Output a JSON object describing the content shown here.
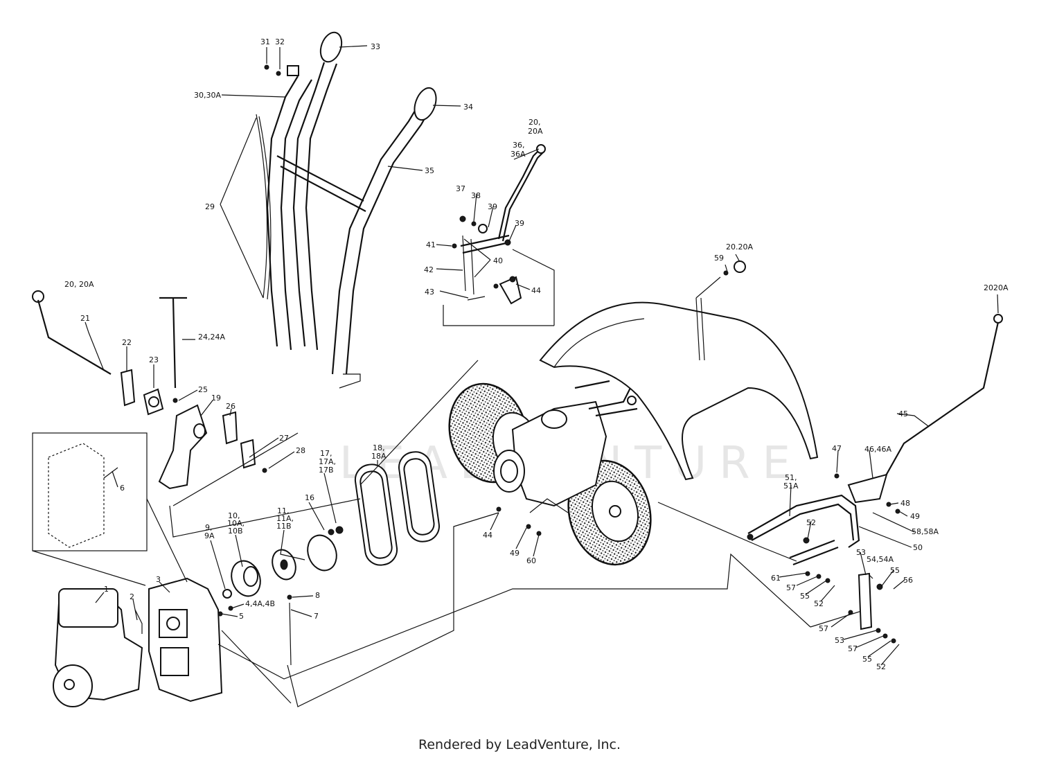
{
  "diagram": {
    "callouts": [
      {
        "id": "c31",
        "text": "31"
      },
      {
        "id": "c32",
        "text": "32"
      },
      {
        "id": "c33",
        "text": "33"
      },
      {
        "id": "c30",
        "text": "30,30A"
      },
      {
        "id": "c34",
        "text": "34"
      },
      {
        "id": "c29",
        "text": "29"
      },
      {
        "id": "c35",
        "text": "35"
      },
      {
        "id": "c20a",
        "text": "20,"
      },
      {
        "id": "c20b",
        "text": "20A"
      },
      {
        "id": "c36a",
        "text": "36,"
      },
      {
        "id": "c36b",
        "text": "36A"
      },
      {
        "id": "c37",
        "text": "37"
      },
      {
        "id": "c38",
        "text": "38"
      },
      {
        "id": "c39a",
        "text": "39"
      },
      {
        "id": "c39b",
        "text": "39"
      },
      {
        "id": "c41",
        "text": "41"
      },
      {
        "id": "c40",
        "text": "40"
      },
      {
        "id": "c42",
        "text": "42"
      },
      {
        "id": "c43",
        "text": "43"
      },
      {
        "id": "c44a",
        "text": "44"
      },
      {
        "id": "c2020a",
        "text": "20.20A"
      },
      {
        "id": "c59",
        "text": "59"
      },
      {
        "id": "c2020b",
        "text": "2020A"
      },
      {
        "id": "c20c",
        "text": "20, 20A"
      },
      {
        "id": "c21",
        "text": "21"
      },
      {
        "id": "c24",
        "text": "24,24A"
      },
      {
        "id": "c22",
        "text": "22"
      },
      {
        "id": "c23",
        "text": "23"
      },
      {
        "id": "c25",
        "text": "25"
      },
      {
        "id": "c19",
        "text": "19"
      },
      {
        "id": "c26",
        "text": "26"
      },
      {
        "id": "c27",
        "text": "27"
      },
      {
        "id": "c28",
        "text": "28"
      },
      {
        "id": "c6",
        "text": "6"
      },
      {
        "id": "c18a",
        "text": "18,"
      },
      {
        "id": "c18b",
        "text": "18A"
      },
      {
        "id": "c17a",
        "text": "17,"
      },
      {
        "id": "c17b",
        "text": "17A,"
      },
      {
        "id": "c17c",
        "text": "17B"
      },
      {
        "id": "c16",
        "text": "16"
      },
      {
        "id": "c11a",
        "text": "11,"
      },
      {
        "id": "c11b",
        "text": "11A,"
      },
      {
        "id": "c11c",
        "text": "11B"
      },
      {
        "id": "c10a",
        "text": "10,"
      },
      {
        "id": "c10b",
        "text": "10A,"
      },
      {
        "id": "c10c",
        "text": "10B"
      },
      {
        "id": "c9a",
        "text": "9,"
      },
      {
        "id": "c9b",
        "text": "9A"
      },
      {
        "id": "c1",
        "text": "1"
      },
      {
        "id": "c2",
        "text": "2"
      },
      {
        "id": "c3",
        "text": "3"
      },
      {
        "id": "c4",
        "text": "4,4A,4B"
      },
      {
        "id": "c5",
        "text": "5"
      },
      {
        "id": "c8",
        "text": "8"
      },
      {
        "id": "c7",
        "text": "7"
      },
      {
        "id": "c44b",
        "text": "44"
      },
      {
        "id": "c49a",
        "text": "49"
      },
      {
        "id": "c60",
        "text": "60"
      },
      {
        "id": "c45",
        "text": "45"
      },
      {
        "id": "c47",
        "text": "47"
      },
      {
        "id": "c46",
        "text": "46,46A"
      },
      {
        "id": "c51a",
        "text": "51,"
      },
      {
        "id": "c51b",
        "text": "51A"
      },
      {
        "id": "c48",
        "text": "48"
      },
      {
        "id": "c49b",
        "text": "49"
      },
      {
        "id": "c58",
        "text": "58,58A"
      },
      {
        "id": "c50",
        "text": "50"
      },
      {
        "id": "c52a",
        "text": "52"
      },
      {
        "id": "c53a",
        "text": "53"
      },
      {
        "id": "c54",
        "text": "54,54A"
      },
      {
        "id": "c55a",
        "text": "55"
      },
      {
        "id": "c56",
        "text": "56"
      },
      {
        "id": "c61",
        "text": "61"
      },
      {
        "id": "c57a",
        "text": "57"
      },
      {
        "id": "c55b",
        "text": "55"
      },
      {
        "id": "c52b",
        "text": "52"
      },
      {
        "id": "c57b",
        "text": "57"
      },
      {
        "id": "c53b",
        "text": "53"
      },
      {
        "id": "c57c",
        "text": "57"
      },
      {
        "id": "c55c",
        "text": "55"
      },
      {
        "id": "c52c",
        "text": "52"
      }
    ],
    "watermark": "LEADVENTURE"
  },
  "footer": {
    "credit": "Rendered by LeadVenture, Inc."
  }
}
